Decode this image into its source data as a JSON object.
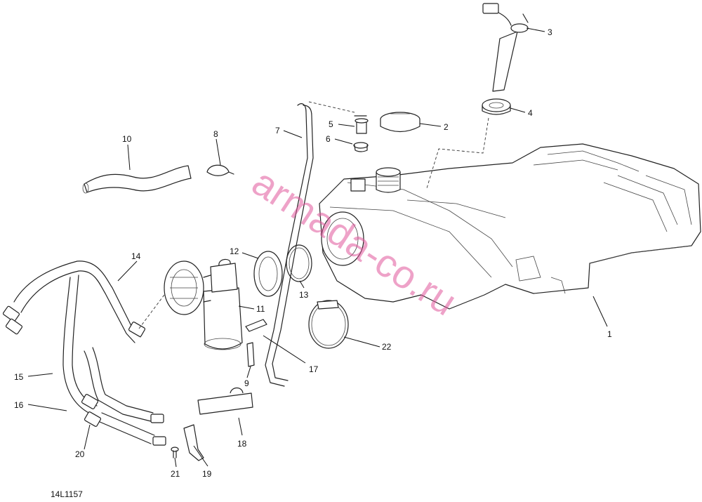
{
  "diagram": {
    "reference_code": "14L1157",
    "watermark": "armada-co.ru",
    "callouts": [
      {
        "id": "c1",
        "label": "1"
      },
      {
        "id": "c2",
        "label": "2"
      },
      {
        "id": "c3",
        "label": "3"
      },
      {
        "id": "c4",
        "label": "4"
      },
      {
        "id": "c5",
        "label": "5"
      },
      {
        "id": "c6",
        "label": "6"
      },
      {
        "id": "c7",
        "label": "7"
      },
      {
        "id": "c8",
        "label": "8"
      },
      {
        "id": "c9",
        "label": "9"
      },
      {
        "id": "c10",
        "label": "10"
      },
      {
        "id": "c11",
        "label": "11"
      },
      {
        "id": "c12",
        "label": "12"
      },
      {
        "id": "c13",
        "label": "13"
      },
      {
        "id": "c14",
        "label": "14"
      },
      {
        "id": "c15",
        "label": "15"
      },
      {
        "id": "c16",
        "label": "16"
      },
      {
        "id": "c17",
        "label": "17"
      },
      {
        "id": "c18",
        "label": "18"
      },
      {
        "id": "c19",
        "label": "19"
      },
      {
        "id": "c20",
        "label": "20"
      },
      {
        "id": "c21",
        "label": "21"
      },
      {
        "id": "c22",
        "label": "22"
      }
    ]
  }
}
